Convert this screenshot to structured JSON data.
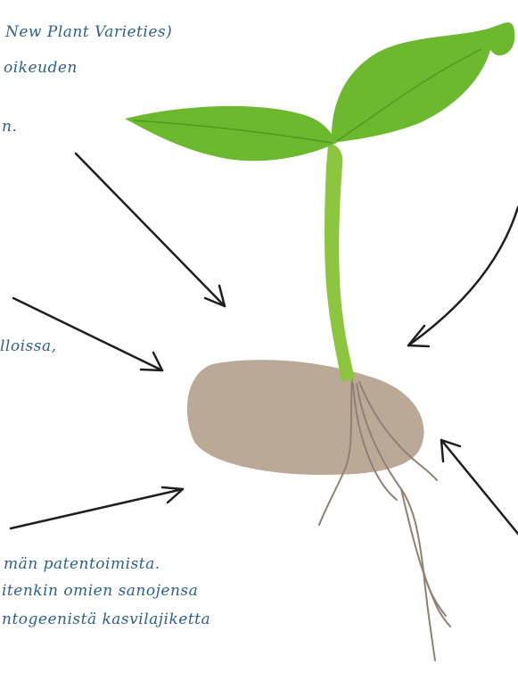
{
  "texts": {
    "line1": "New Plant Varieties)",
    "line2": "oikeuden",
    "line3": "n.",
    "line4": "lloissa,",
    "line5": "män patentoimista.",
    "line6": "itenkin omien sanojensa",
    "line7": "ntogeenistä kasvilajiketta"
  },
  "colors": {
    "text": "#2e5f88",
    "leaf": "#6cb82e",
    "leaf_dark": "#4f9a22",
    "stem": "#8cc63f",
    "seed": "#bba998",
    "root": "#8f8174",
    "arrow": "#1f1f1f"
  }
}
